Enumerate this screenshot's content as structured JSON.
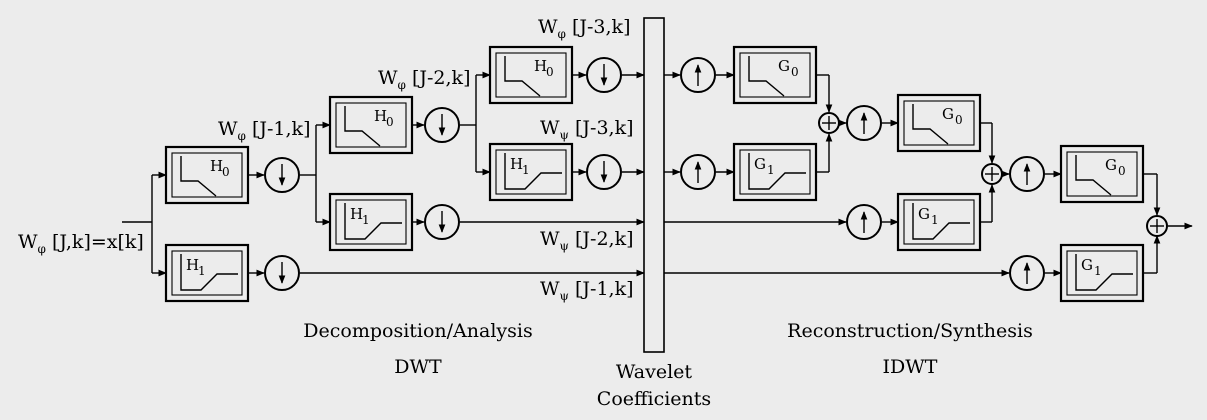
{
  "signals": {
    "input": {
      "W": "W",
      "sub": "φ",
      "rest": " [J,k]=x[k]"
    },
    "phi_j1": {
      "W": "W",
      "sub": "φ",
      "rest": " [J-1,k]"
    },
    "phi_j2": {
      "W": "W",
      "sub": "φ",
      "rest": " [J-2,k]"
    },
    "phi_j3": {
      "W": "W",
      "sub": "φ",
      "rest": " [J-3,k]"
    },
    "psi_j3": {
      "W": "W",
      "sub": "ψ",
      "rest": " [J-3,k]"
    },
    "psi_j2": {
      "W": "W",
      "sub": "ψ",
      "rest": " [J-2,k]"
    },
    "psi_j1": {
      "W": "W",
      "sub": "ψ",
      "rest": " [J-1,k]"
    }
  },
  "filters": {
    "h0": {
      "letter": "H",
      "sub": "0"
    },
    "h1": {
      "letter": "H",
      "sub": "1"
    },
    "g0": {
      "letter": "G",
      "sub": "0"
    },
    "g1": {
      "letter": "G",
      "sub": "1"
    }
  },
  "captions": {
    "analysis": "Decomposition/Analysis",
    "dwt": "DWT",
    "coeff_line1": "Wavelet",
    "coeff_line2": "Coefficients",
    "synthesis": "Reconstruction/Synthesis",
    "idwt": "IDWT"
  },
  "ops": {
    "down_arrow": "↓",
    "up_arrow": "↑",
    "sum": "+"
  }
}
